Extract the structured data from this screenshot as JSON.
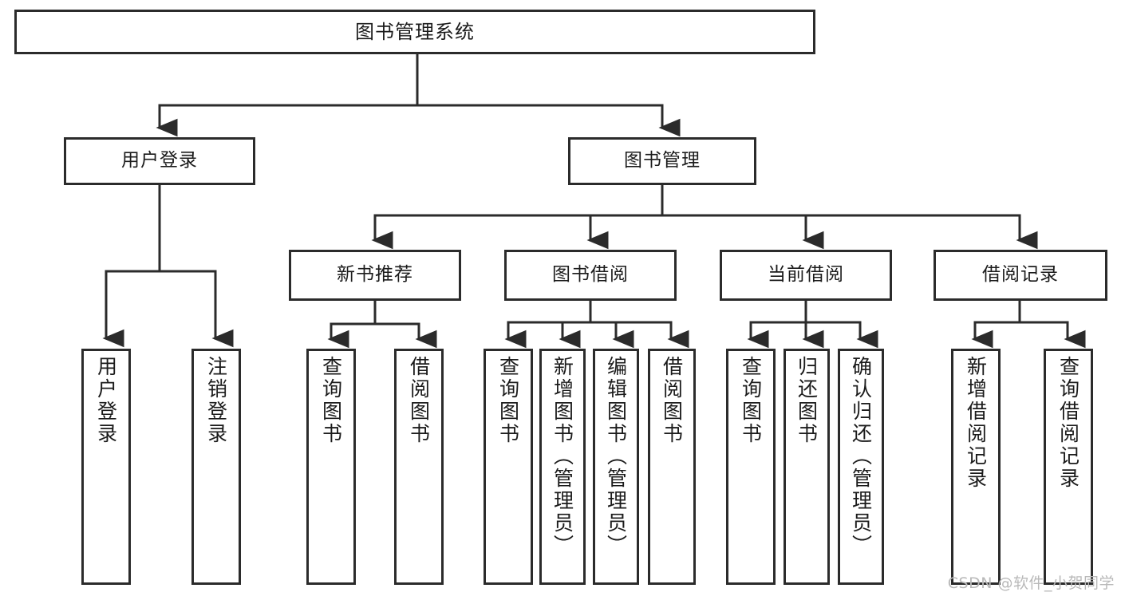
{
  "diagram": {
    "title": "图书管理系统",
    "type": "tree",
    "colors": {
      "box_border": "#2b2b2b",
      "box_fill": "#ffffff",
      "edge": "#2b2b2b",
      "text": "#1b1b1b",
      "watermark": "#b9b9b9"
    }
  },
  "nodes": {
    "root": {
      "label": "图书管理系统"
    },
    "level2": [
      {
        "id": "user-login",
        "label": "用户登录"
      },
      {
        "id": "book-manage",
        "label": "图书管理"
      }
    ],
    "level3": [
      {
        "id": "new-book-rec",
        "label": "新书推荐"
      },
      {
        "id": "book-borrow",
        "label": "图书借阅"
      },
      {
        "id": "current-borrow",
        "label": "当前借阅"
      },
      {
        "id": "borrow-record",
        "label": "借阅记录"
      }
    ],
    "leaves": {
      "user-login": [
        {
          "id": "leaf-user-login",
          "label": "用户登录"
        },
        {
          "id": "leaf-user-logout",
          "label": "注销登录"
        }
      ],
      "new-book-rec": [
        {
          "id": "leaf-query-book-1",
          "label": "查询图书"
        },
        {
          "id": "leaf-borrow-book-1",
          "label": "借阅图书"
        }
      ],
      "book-borrow": [
        {
          "id": "leaf-query-book-2",
          "label": "查询图书"
        },
        {
          "id": "leaf-add-book",
          "label": "新增图书（管理员）"
        },
        {
          "id": "leaf-edit-book",
          "label": "编辑图书（管理员）"
        },
        {
          "id": "leaf-borrow-book-2",
          "label": "借阅图书"
        }
      ],
      "current-borrow": [
        {
          "id": "leaf-query-book-3",
          "label": "查询图书"
        },
        {
          "id": "leaf-return-book",
          "label": "归还图书"
        },
        {
          "id": "leaf-confirm-return",
          "label": "确认归还（管理员）"
        }
      ],
      "borrow-record": [
        {
          "id": "leaf-add-record",
          "label": "新增借阅记录"
        },
        {
          "id": "leaf-query-record",
          "label": "查询借阅记录"
        }
      ]
    }
  },
  "watermark": {
    "text": "CSDN @软件_小贺同学"
  }
}
